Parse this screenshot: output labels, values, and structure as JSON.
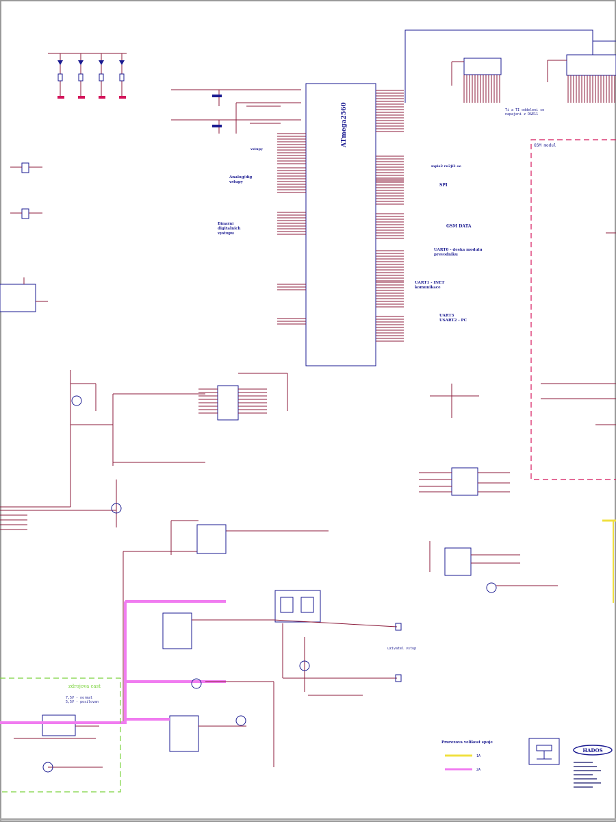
{
  "chip_main": {
    "name": "ATmega2560"
  },
  "notes": {
    "analog_inputs": "Analog/dig\nvstupy",
    "binary_outputs": "Binarni\ndigitalnich\nvystupu",
    "fifo_note": "Ti a TI oddeleni se\nnapajeni z D&E11"
  },
  "interfaces": {
    "spi": "SPI",
    "gsm_data": "GSM DATA",
    "uart0": "UART0 - deska modulu\nprevodniku",
    "uart1": "UART1 - INET\nkomunikace",
    "uart3": "UART3\nUSART2 - PC"
  },
  "modules": {
    "gsm": "GSM modul",
    "power": "zdrojova cast",
    "power_mode": "7,5V - normal\n5,5V - posilovan"
  },
  "legend": {
    "title": "Prurezova velikost spoje",
    "line1": "1A",
    "line2": "2A"
  },
  "logo": {
    "text": "HADOS"
  },
  "colors": {
    "wire": "#8b1a3a",
    "component": "#1a1a90",
    "bus_power": "#f07cf0",
    "legend_yellow": "#f0e040",
    "gsm_frame": "#d4145a",
    "power_frame": "#7ad23c"
  }
}
